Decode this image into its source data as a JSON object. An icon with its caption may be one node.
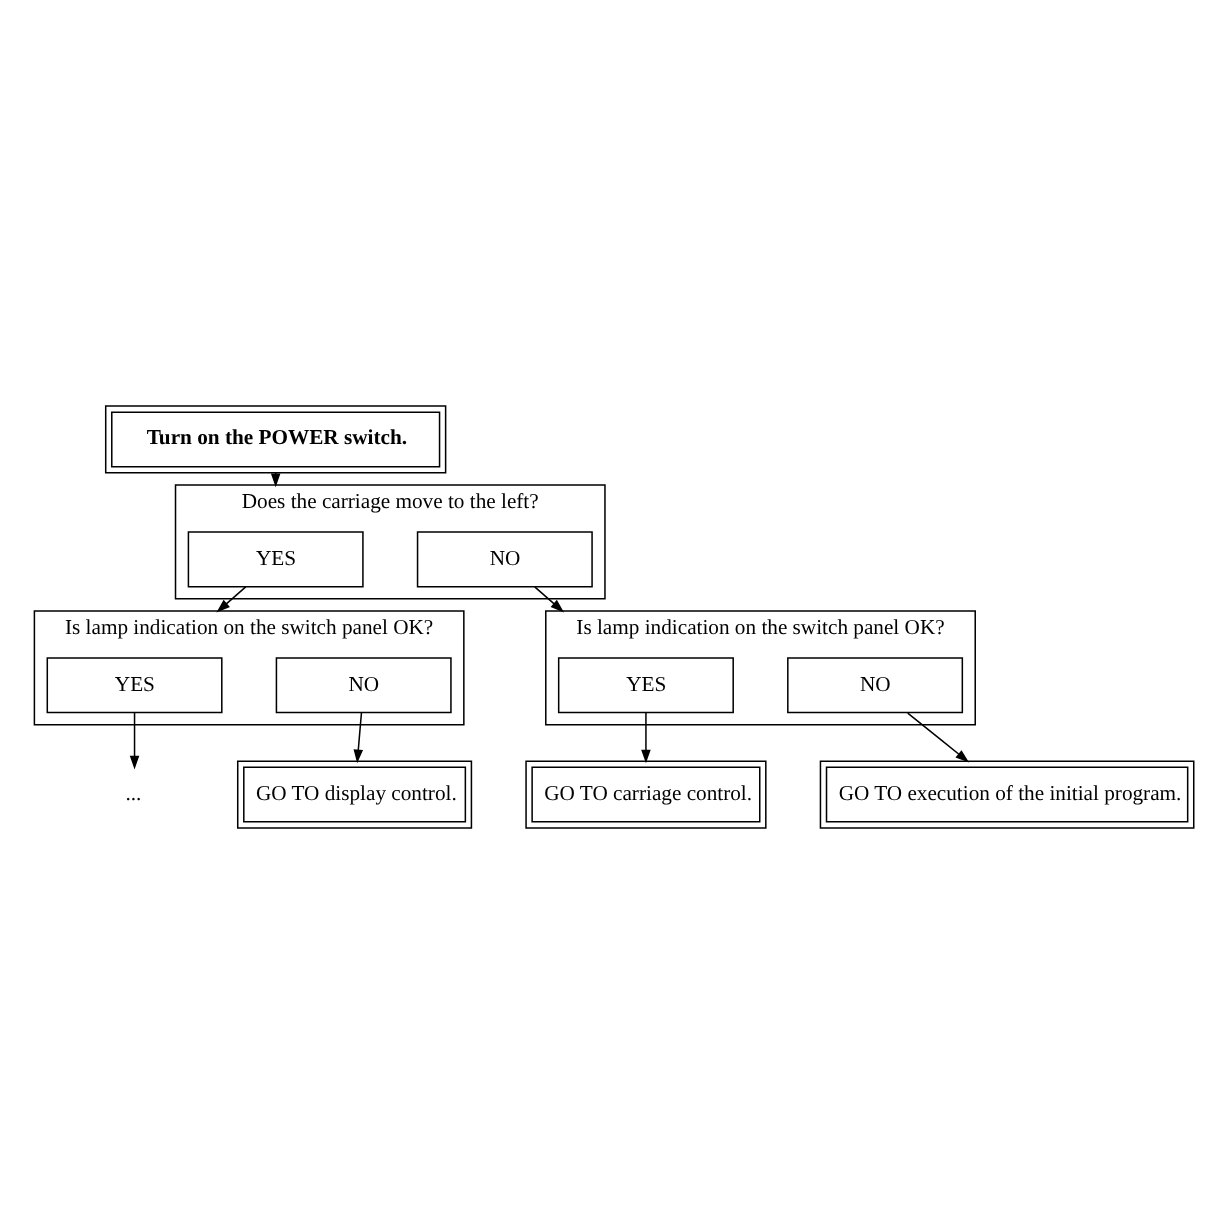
{
  "diagram": {
    "nodes": [
      {
        "text": [
          "Turn on the POWER switch."
        ]
      },
      {
        "text": [
          "Does the carriage move to the left?"
        ]
      },
      {
        "text": [
          "YES"
        ],
        "in": 1
      },
      {
        "text": [
          "NO"
        ],
        "in": 1
      },
      {
        "text": [
          "Is lamp indication on the switch panel OK?"
        ]
      },
      {
        "text": [
          "YES"
        ],
        "in": 4
      },
      {
        "text": [
          "NO"
        ],
        "in": 4
      },
      {
        "text": [
          "GO TO execution of the initial program."
        ]
      },
      {
        "text": [
          "GO TO carriage control."
        ]
      },
      {
        "text": [
          "Is lamp indication on the switch panel OK?"
        ]
      },
      {
        "text": [
          "YES"
        ],
        "in": 9
      },
      {
        "text": [
          "NO"
        ],
        "in": 9
      },
      {
        "text": [
          "GO TO display control."
        ]
      },
      {
        "text": [
          "..."
        ]
      }
    ],
    "edges": [
      {
        "from": 0,
        "to": 1,
        "arrow": "to"
      },
      {
        "from": 3,
        "to": 4,
        "arrow": "to"
      },
      {
        "from": 6,
        "to": 7,
        "arrow": "to"
      },
      {
        "from": 5,
        "to": 8,
        "arrow": "to"
      },
      {
        "from": 2,
        "to": 9,
        "arrow": "to"
      },
      {
        "from": 11,
        "to": 12,
        "arrow": "to"
      },
      {
        "from": 10,
        "to": 13,
        "arrow": "to"
      }
    ]
  }
}
